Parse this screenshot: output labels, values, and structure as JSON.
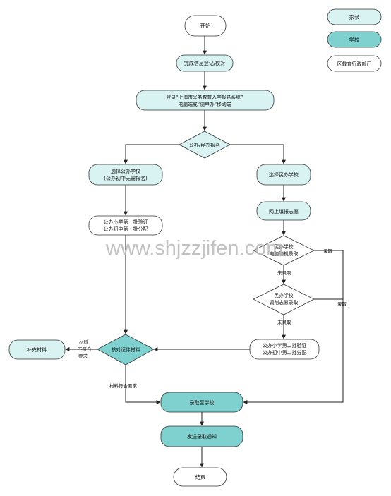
{
  "legend": {
    "parent": "家长",
    "school": "学校",
    "district": "区教育行政部门"
  },
  "nodes": {
    "start": "开始",
    "complete_info": "完成信息登记/校对",
    "login_line1": "登录“上海市义务教育入学报名系统”",
    "login_line2": "电脑端或“随申办”移动端",
    "choose_type": "公办/民办报名",
    "choose_public_line1": "选择公办学校",
    "choose_public_line2": "(公办初中无需报名)",
    "choose_private": "选择民办学校",
    "public_first_line1": "公办小学第一批验证",
    "public_first_line2": "公办初中第一批分配",
    "online_fill": "网上填报志愿",
    "private_lottery_line1": "民办学校",
    "private_lottery_line2": "电脑随机录取",
    "private_adjust_line1": "民办学校",
    "private_adjust_line2": "调剂志愿录取",
    "public_second_line1": "公办小学第二批验证",
    "public_second_line2": "公办初中第二批分配",
    "verify_materials": "核对证件材料",
    "supplement": "补充材料",
    "admitted": "录取至学校",
    "send_notice": "发送录取通知",
    "end": "结束"
  },
  "edge_labels": {
    "not_admitted_1": "未录取",
    "not_admitted_2": "未录取",
    "admitted_1": "录取",
    "admitted_2": "录取",
    "material_fail_line1": "材料",
    "material_fail_line2": "不符合",
    "material_fail_line3": "要求",
    "material_ok": "材料符合要求"
  },
  "watermark": "www.shjzzjifen.com",
  "colors": {
    "parent_fill": "#d9f2f2",
    "school_fill": "#7fd1d0",
    "district_fill": "#ffffff",
    "stroke": "#333333"
  }
}
